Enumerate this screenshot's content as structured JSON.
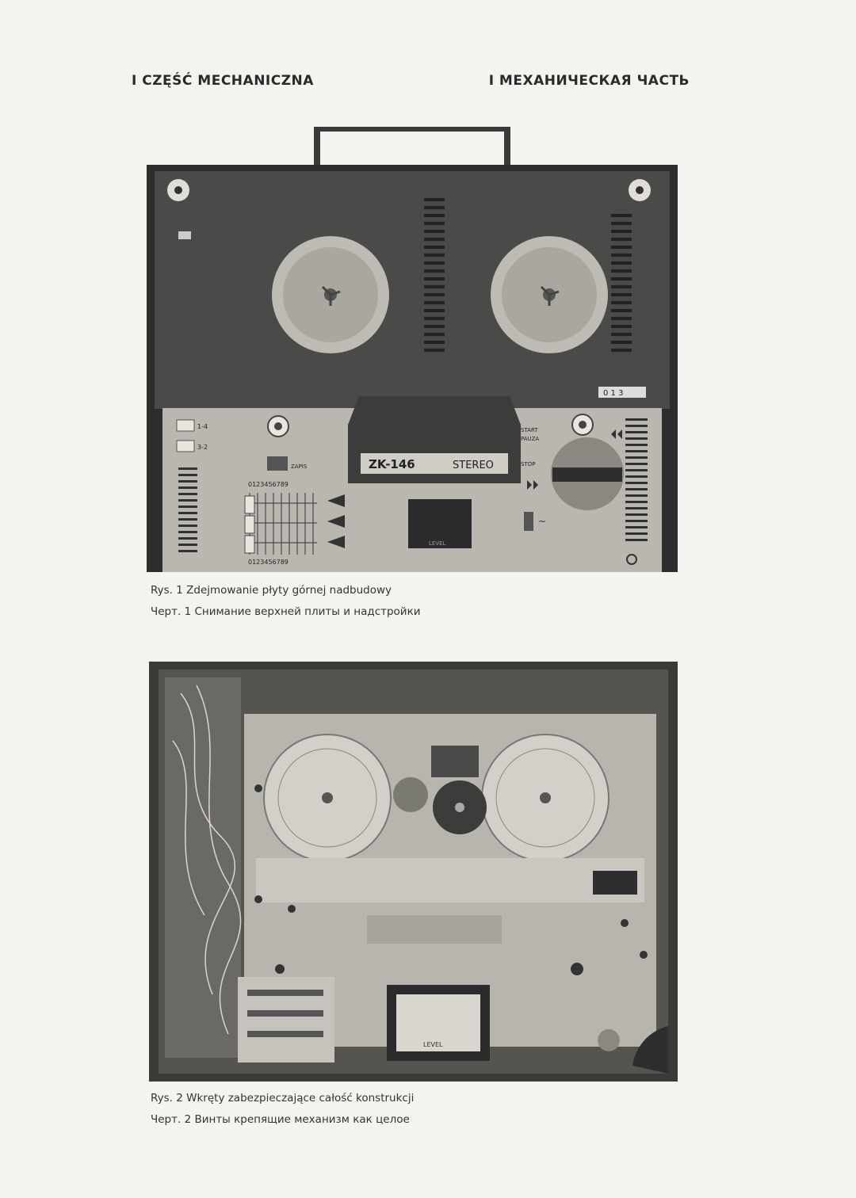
{
  "page": {
    "header_left": "I CZĘŚĆ MECHANICZNA",
    "header_right": "I МЕХАНИЧЕСКАЯ ЧАСТЬ"
  },
  "figure1": {
    "caption_pl": "Rys. 1   Zdejmowanie płyty górnej nadbudowy",
    "caption_ru": "Черт. 1  Снимание верхней плиты и надстройки",
    "labels": {
      "model": "ZK-146",
      "stereo": "STEREO",
      "zapis": "ZAPIS",
      "start": "START",
      "pauza": "PAUZA",
      "stop": "STOP",
      "track_a": "1-4",
      "track_b": "3-2",
      "scale_top": "0123456789",
      "scale_bottom": "0123456789",
      "level": "LEVEL",
      "counter": "0 1 3"
    }
  },
  "figure2": {
    "caption_pl": "Rys. 2   Wkręty zabezpieczające całość konstrukcji",
    "caption_ru": "Черт. 2  Винты крепящие механизм как целое",
    "labels": {
      "level": "LEVEL"
    }
  }
}
